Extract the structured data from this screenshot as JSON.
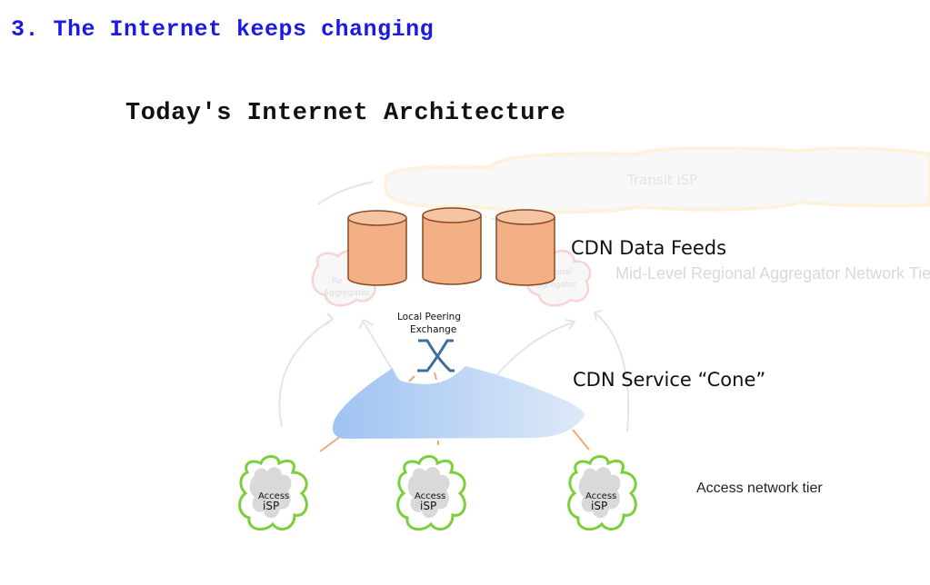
{
  "slide": {
    "title": "3. The Internet keeps changing",
    "subtitle": "Today's Internet Architecture"
  },
  "diagram": {
    "transit_isp": "Transit iSP",
    "mid_tier_label": "Mid-Level Regional Aggregator Network Tier",
    "regional_left": [
      "Re",
      "Aggregator"
    ],
    "regional_right": [
      "onal",
      "ggregator"
    ],
    "cdn_feeds_label": "CDN Data Feeds",
    "peering_label": [
      "Local Peering",
      "Exchange"
    ],
    "cdn_cone_label": "CDN Service “Cone”",
    "access_isps": [
      {
        "line1": "Access",
        "line2": "iSP"
      },
      {
        "line1": "Access",
        "line2": "iSP"
      },
      {
        "line1": "Access",
        "line2": "iSP"
      }
    ],
    "access_tier_label": "Access network tier",
    "colors": {
      "title": "#1a1ae6",
      "cylinder_fill": "#f2b084",
      "cylinder_stroke": "#8a4a26",
      "cone_start": "#9fc3f2",
      "cone_end": "#dde9f8",
      "access_border": "#7ccf3c",
      "access_fill": "#d9d9d9",
      "exchange": "#3f6e9c",
      "link": "#f0a878"
    }
  }
}
